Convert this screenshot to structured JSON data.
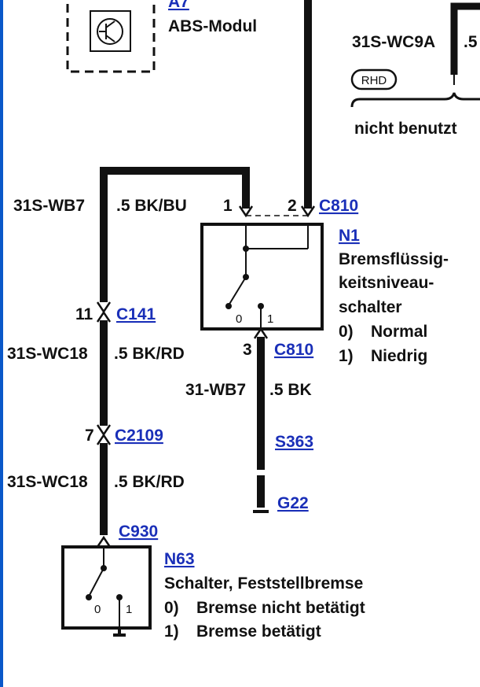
{
  "colors": {
    "accent_bar": "#0a58c9",
    "link": "#1a2fb8",
    "wire": "#111111"
  },
  "abs_module": {
    "ref": "A7",
    "name": "ABS-Modul",
    "icon": "transistor-icon"
  },
  "rhd_branch": {
    "wire_id": "31S-WC9A",
    "wire_spec": ".5",
    "badge": "RHD",
    "note": "nicht benutzt"
  },
  "wire_wb7": {
    "id": "31S-WB7",
    "spec": ".5 BK/BU"
  },
  "pins": {
    "p1": "1",
    "p2": "2",
    "p3": "3",
    "p11": "11",
    "p7": "7"
  },
  "connectors": {
    "c810": "C810",
    "c141": "C141",
    "c2109": "C2109",
    "c930": "C930"
  },
  "switch_labels": {
    "pos0": "0",
    "pos1": "1"
  },
  "n1": {
    "ref": "N1",
    "name_lines": [
      "Bremsflüssig-",
      "keitsniveau-",
      "schalter"
    ],
    "states": [
      {
        "num": "0)",
        "text": "Normal"
      },
      {
        "num": "1)",
        "text": "Niedrig"
      }
    ]
  },
  "wire_wc18_upper": {
    "id": "31S-WC18",
    "spec": ".5 BK/RD"
  },
  "wire_wc18_lower": {
    "id": "31S-WC18",
    "spec": ".5 BK/RD"
  },
  "wire_31wb7": {
    "id": "31-WB7",
    "spec": ".5 BK"
  },
  "splice": {
    "ref": "S363"
  },
  "ground": {
    "ref": "G22"
  },
  "n63": {
    "ref": "N63",
    "name": "Schalter, Feststellbremse",
    "states": [
      {
        "num": "0)",
        "text": "Bremse nicht betätigt"
      },
      {
        "num": "1)",
        "text": "Bremse betätigt"
      }
    ]
  }
}
